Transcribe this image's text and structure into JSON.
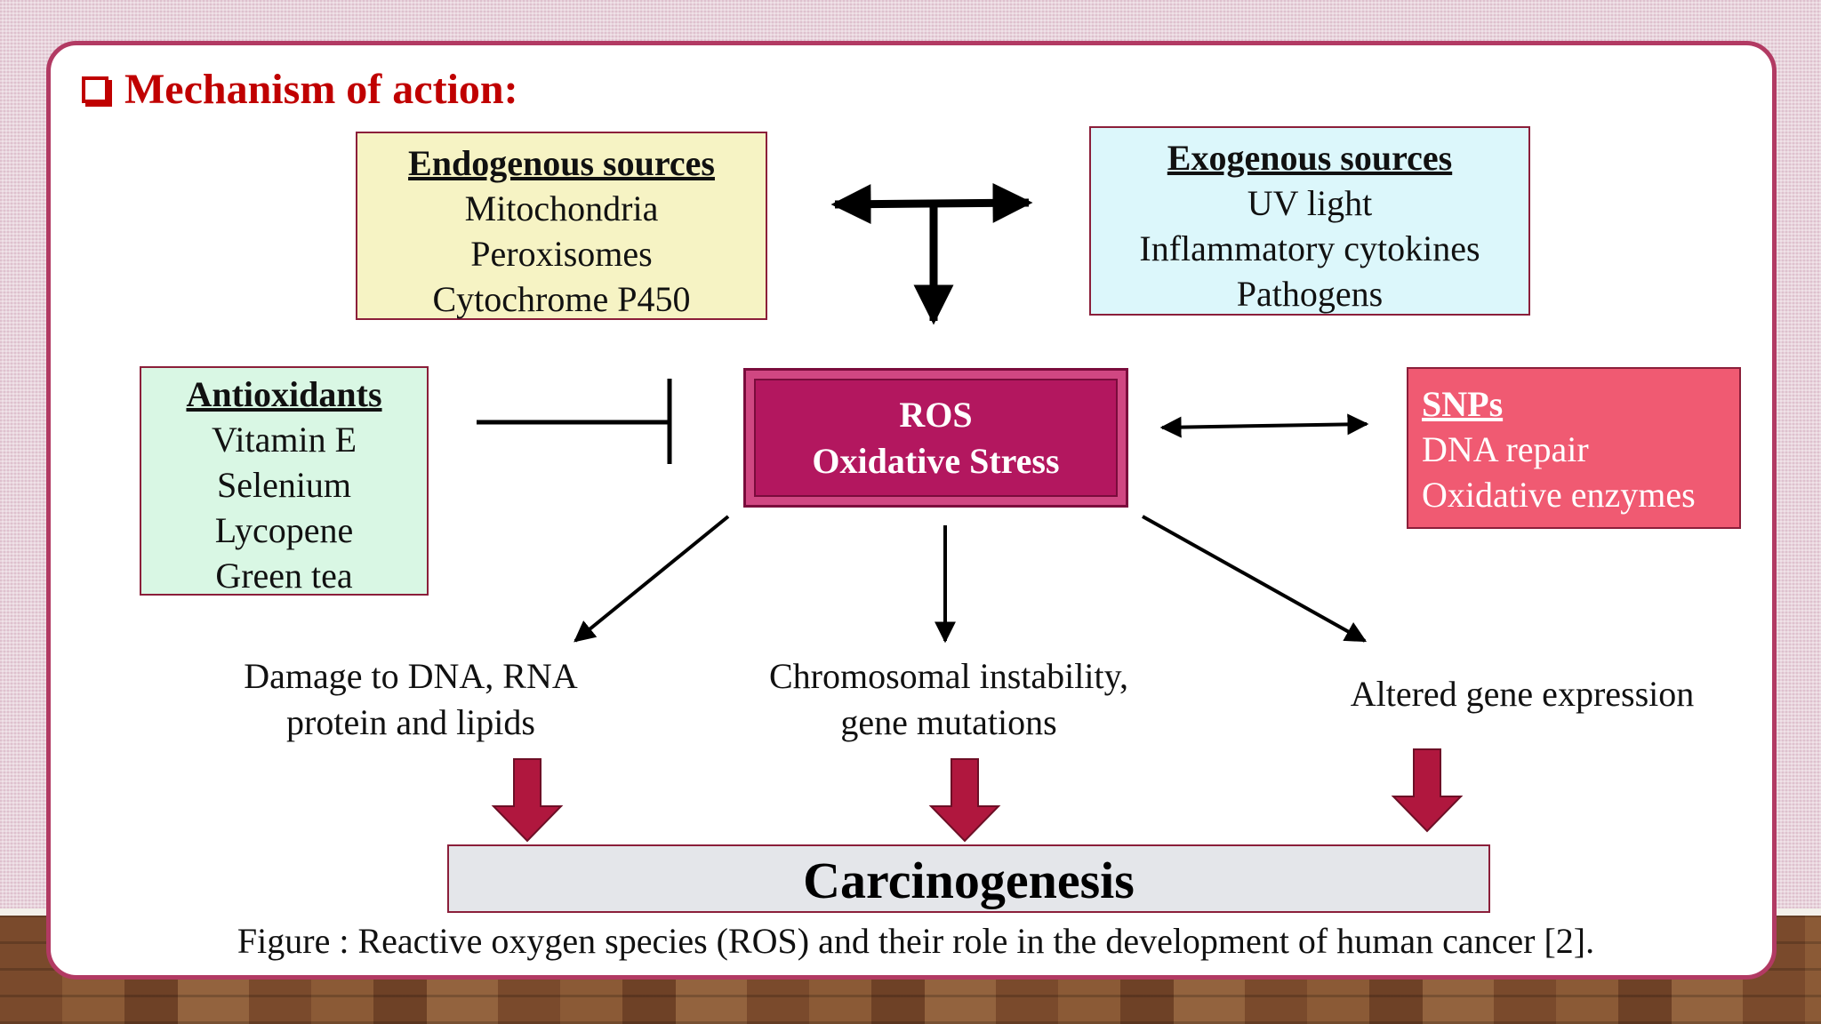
{
  "title": "Mechanism of action:",
  "endogenous": {
    "heading": "Endogenous sources",
    "items": [
      "Mitochondria",
      "Peroxisomes",
      "Cytochrome P450"
    ]
  },
  "exogenous": {
    "heading": "Exogenous sources",
    "items": [
      "UV light",
      "Inflammatory cytokines",
      "Pathogens"
    ]
  },
  "antioxidants": {
    "heading": "Antioxidants ",
    "items": [
      "Vitamin E",
      "Selenium",
      "Lycopene",
      "Green tea"
    ]
  },
  "ros": {
    "line1": "ROS",
    "line2": "Oxidative Stress"
  },
  "snps": {
    "heading": "SNPs ",
    "items": [
      "DNA repair",
      "Oxidative enzymes"
    ]
  },
  "outcomes": [
    {
      "line1": "Damage to DNA, RNA",
      "line2": "protein and lipids"
    },
    {
      "line1": "Chromosomal instability,",
      "line2": "gene mutations"
    },
    {
      "line1": "Altered gene expression",
      "line2": ""
    }
  ],
  "result": "Carcinogenesis",
  "caption": "Figure : Reactive oxygen species (ROS) and their role in the development of human cancer [2].",
  "colors": {
    "accent": "#c00000",
    "ros_fill": "#b3175f",
    "snps_fill": "#f05a72",
    "block_arrow": "#b0173e",
    "frame": "#b23a63"
  }
}
